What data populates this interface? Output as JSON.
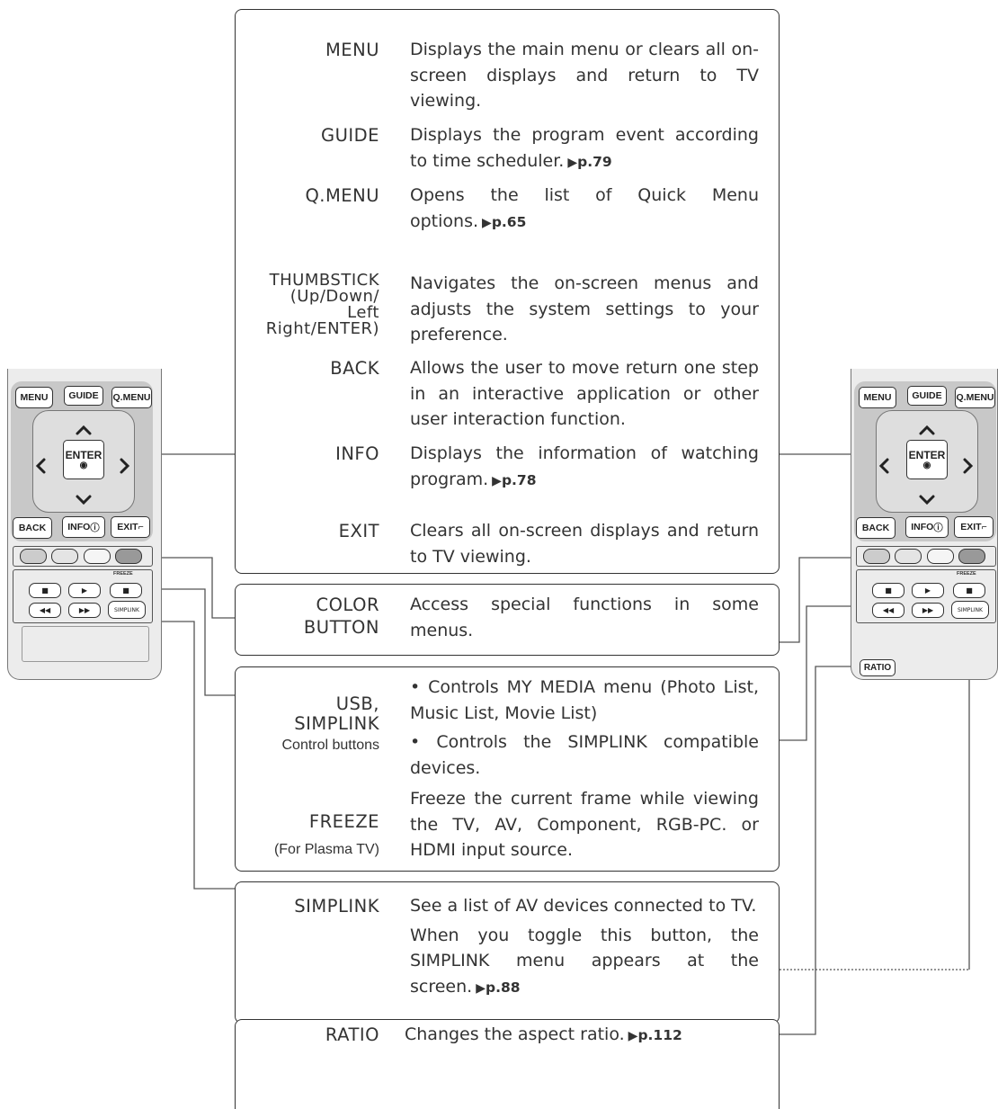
{
  "boxes": {
    "main": {
      "items": [
        {
          "key": "MENU",
          "desc": "Displays the main menu or clears all on-screen displays and return to TV viewing."
        },
        {
          "key": "GUIDE",
          "desc": "Displays the program event according to time scheduler.",
          "ref": "p.79"
        },
        {
          "key": "Q.MENU",
          "desc": "Opens the list of Quick Menu options.",
          "ref": "p.65"
        },
        {
          "key": "THUMBSTICK\n(Up/Down/\nLeft\nRight/ENTER)",
          "desc": "Navigates the on-screen menus and adjusts the system settings to your preference."
        },
        {
          "key": "BACK",
          "desc": "Allows the user to move return one step in an interactive application or other user interaction function."
        },
        {
          "key": "INFO",
          "desc": "Displays the information of watching program.",
          "ref": "p.78"
        },
        {
          "key": "EXIT",
          "desc": "Clears all on-screen displays and return to TV viewing."
        }
      ]
    },
    "color": {
      "key": "COLOR\nBUTTON",
      "desc": "Access special functions in some menus."
    },
    "usb": {
      "key": "USB,\nSIMPLINK",
      "sub": "Control buttons",
      "desc1": "• Controls MY MEDIA menu (Photo List, Music List, Movie List)",
      "desc2": "• Controls the SIMPLINK compatible devices.",
      "key2": "FREEZE",
      "sub2": "(For Plasma TV)",
      "desc3": "Freeze the current frame while viewing the TV, AV, Component, RGB-PC. or HDMI input source."
    },
    "simplink": {
      "key": "SIMPLINK",
      "desc1": "See a list of AV devices connected to TV.",
      "desc2": "When you toggle this button, the SIMPLINK menu appears at the screen.",
      "ref": "p.88"
    },
    "ratio": {
      "key": "RATIO",
      "desc": "Changes the aspect ratio.",
      "ref": "p.112"
    }
  },
  "remote": {
    "menu": "MENU",
    "guide": "GUIDE",
    "qmenu": "Q.MENU",
    "enter": "ENTER",
    "back": "BACK",
    "info": "INFO",
    "exit": "EXIT",
    "freeze": "FREEZE",
    "simplink": "SIMPLINK",
    "ratio": "RATIO"
  },
  "colors": {
    "line": "#555555",
    "border": "#333333",
    "remote_fill": "#ececec",
    "pad_fill": "#c8c8c8"
  },
  "icons": [
    "up-arrow-icon",
    "down-arrow-icon",
    "left-arrow-icon",
    "right-arrow-icon",
    "stop-icon",
    "play-icon",
    "rewind-icon",
    "fast-forward-icon",
    "back-arrow-icon",
    "info-icon",
    "exit-icon"
  ]
}
